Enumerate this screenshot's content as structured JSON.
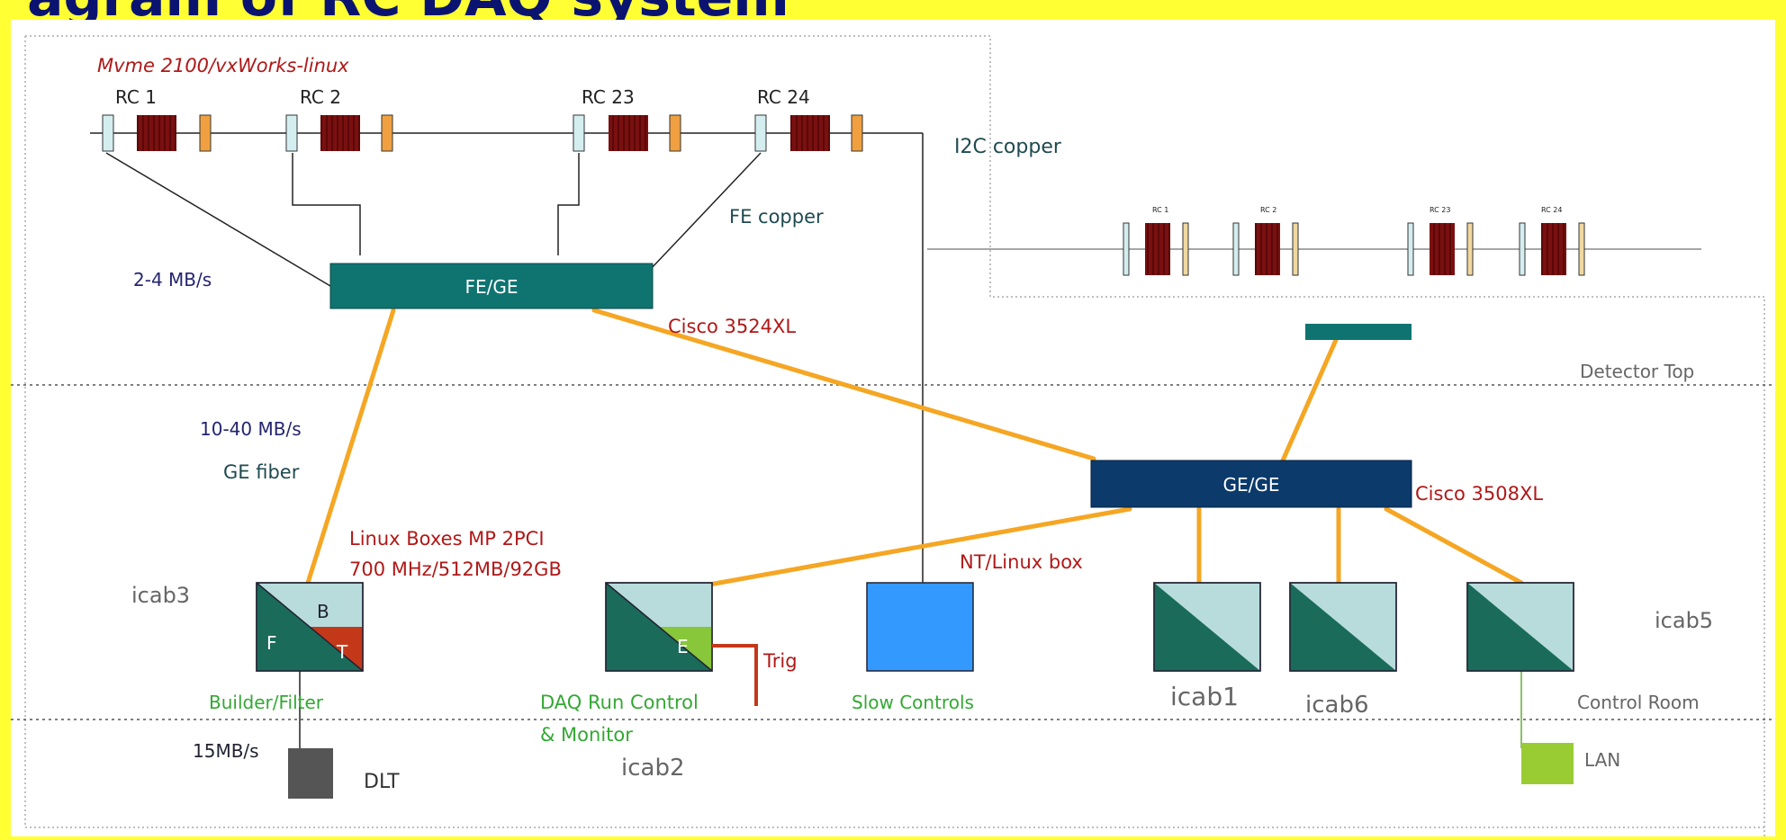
{
  "title": "agram of RC DAQ system",
  "labels": {
    "mvme": "Mvme 2100/vxWorks-linux",
    "rc1": "RC 1",
    "rc2": "RC 2",
    "rc23": "RC 23",
    "rc24": "RC 24",
    "i2c": "I2C copper",
    "fe_copper": "FE copper",
    "rate_fe": "2-4 MB/s",
    "fe_ge": "FE/GE",
    "cisco3524": "Cisco 3524XL",
    "detector_top": "Detector Top",
    "rate_ge": "10-40 MB/s",
    "ge_fiber": "GE fiber",
    "ge_ge": "GE/GE",
    "cisco3508": "Cisco 3508XL",
    "linux_boxes_1": "Linux Boxes MP 2PCI",
    "linux_boxes_2": "700 MHz/512MB/92GB",
    "nt_linux": "NT/Linux box",
    "icab3": "icab3",
    "icab5": "icab5",
    "icab1": "icab1",
    "icab6": "icab6",
    "icab2": "icab2",
    "box_b": "B",
    "box_f": "F",
    "box_t": "T",
    "box_e": "E",
    "trig": "Trig",
    "builder": "Builder/Filter",
    "daq_1": "DAQ Run Control",
    "daq_2": "& Monitor",
    "slow": "Slow Controls",
    "control_room": "Control Room",
    "rate_dlt": "15MB/s",
    "dlt": "DLT",
    "lan": "LAN",
    "mini_rc1": "RC 1",
    "mini_rc2": "RC 2",
    "mini_rc23": "RC 23",
    "mini_rc24": "RC 24"
  },
  "colors": {
    "background": "#ffff33",
    "title": "#0a1470",
    "switch": "#0f7470",
    "core_switch": "#0b3a6b",
    "box_dark": "#1a6b5a",
    "box_light": "#b8dcdc",
    "builder_t": "#c4381a",
    "daq_e": "#88c63a",
    "slow_box": "#3399ff",
    "dlt": "#555555",
    "lan": "#99cc33",
    "link": "#f5a623",
    "crate": "#7a1010",
    "label_red": "#b01818",
    "label_blue": "#242470",
    "label_teal": "#1f4a50",
    "label_green": "#33a833",
    "label_gray": "#666666"
  }
}
